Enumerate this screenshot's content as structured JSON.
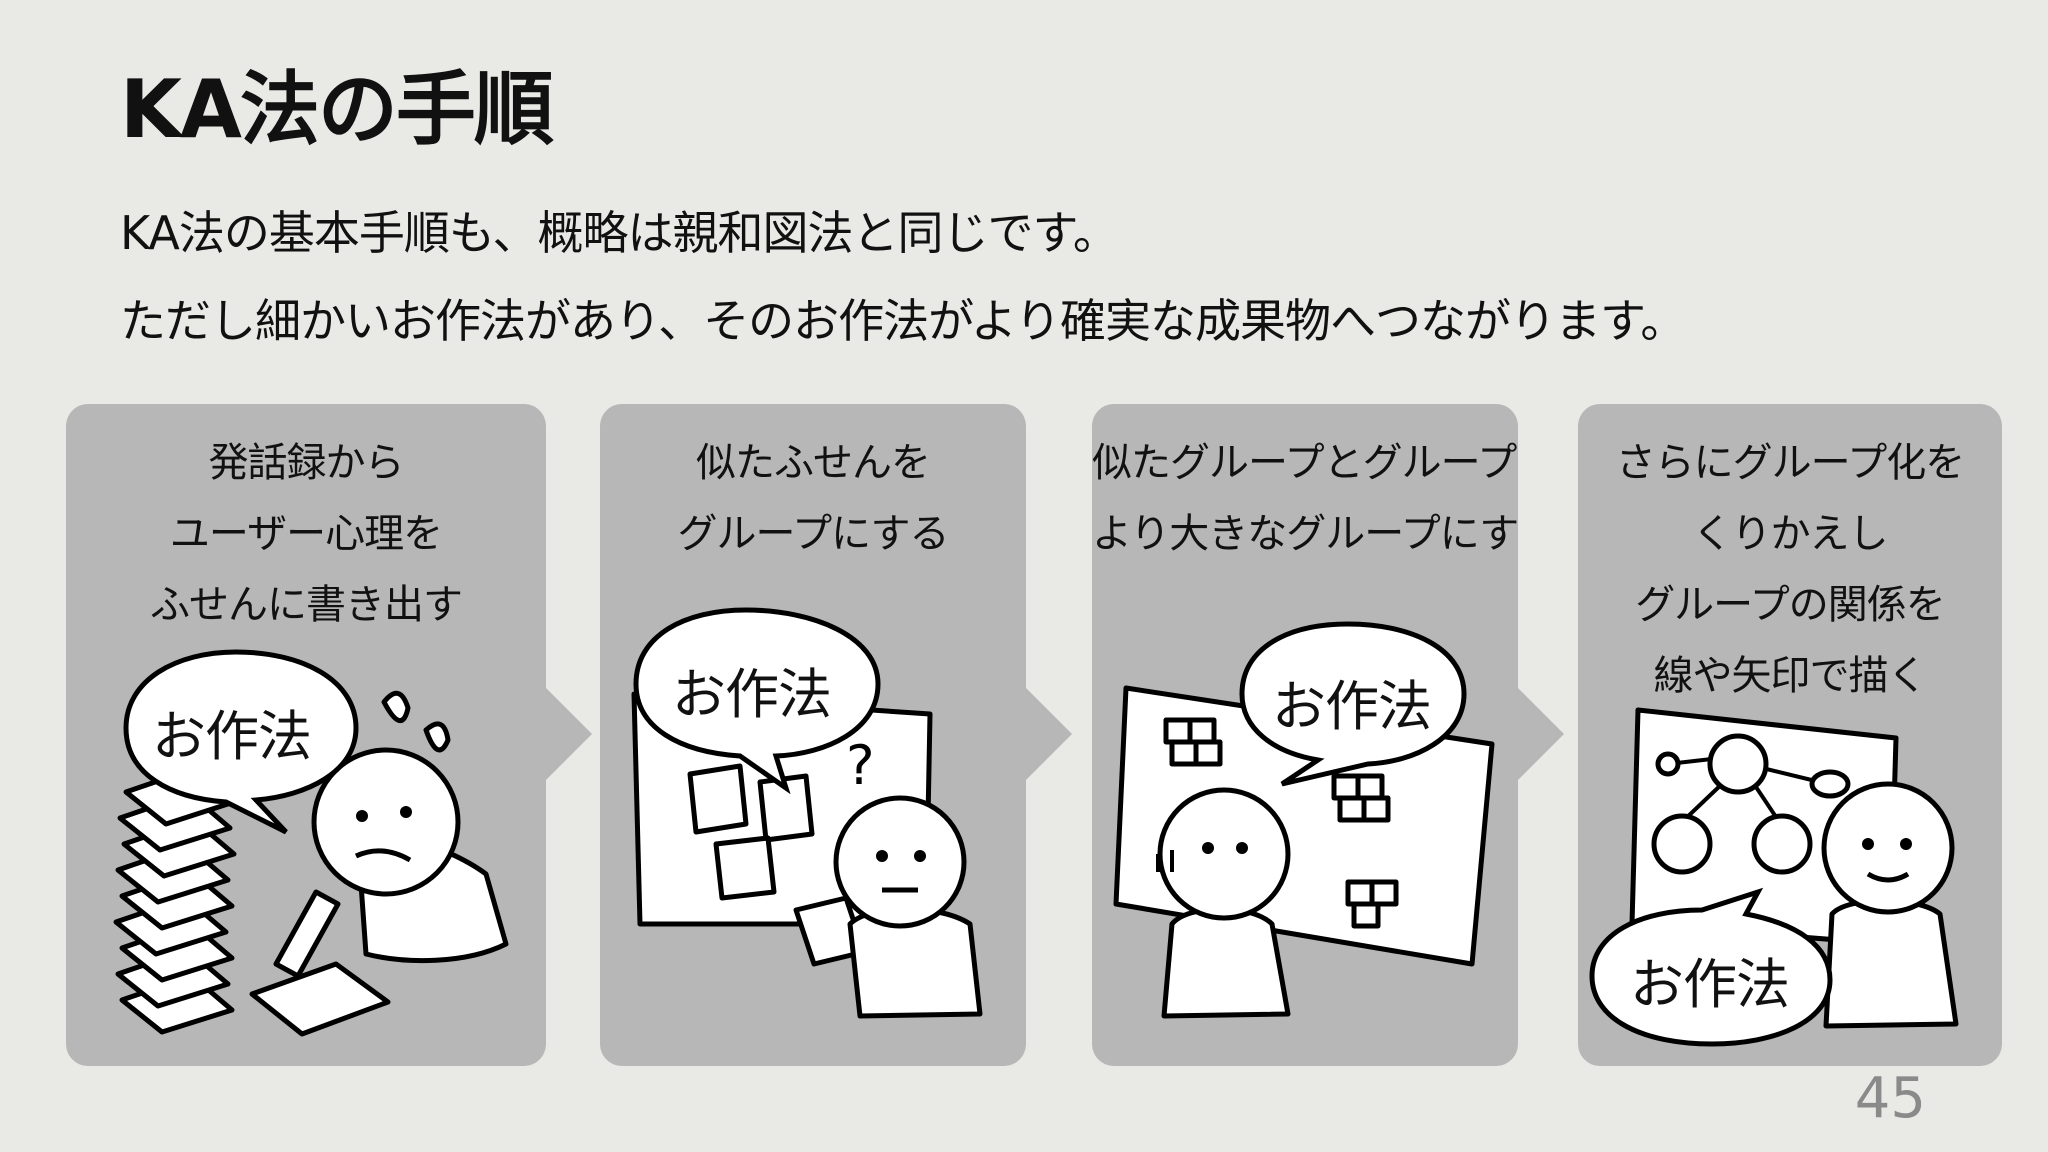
{
  "slide": {
    "title": "KA法の手順",
    "lead_line1": "KA法の基本手順も、概略は親和図法と同じです。",
    "lead_line2": "ただし細かいお作法があり、そのお作法がより確実な成果物へつながります。",
    "page_number": "45"
  },
  "steps": [
    {
      "lines": [
        "発話録から",
        "ユーザー心理を",
        "ふせんに書き出す"
      ],
      "bubble": "お作法"
    },
    {
      "lines": [
        "似たふせんを",
        "グループにする"
      ],
      "bubble": "お作法"
    },
    {
      "lines": [
        "似たグループとグループを",
        "より大きなグループにする"
      ],
      "bubble": "お作法"
    },
    {
      "lines": [
        "さらにグループ化を",
        "くりかえし",
        "グループの関係を",
        "線や矢印で描く"
      ],
      "bubble": "お作法"
    }
  ]
}
